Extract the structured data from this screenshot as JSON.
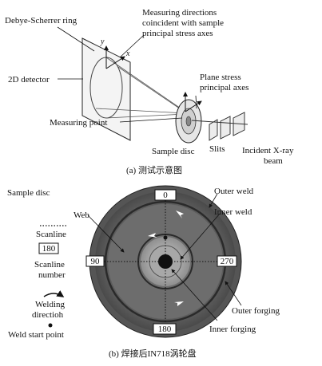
{
  "panel_a": {
    "debye_scherrer_ring": "Debye-Scherrer ring",
    "measuring_directions": [
      "Measuring directions",
      "coincident with sample",
      "principal stress axes"
    ],
    "detector_2d": "2D detector",
    "axis_y": "y",
    "axis_x": "x",
    "plane_stress": [
      "Plane stress",
      "principal axes"
    ],
    "measuring_point": "Measuring point",
    "sample_disc": "Sample disc",
    "slits": "Slits",
    "incident_beam": [
      "Incident X-ray",
      "beam"
    ],
    "caption": "(a) 测试示意图"
  },
  "panel_b": {
    "sample_disc": "Sample disc",
    "web": "Web",
    "outer_weld": "Outer weld",
    "inner_weld": "Inner weld",
    "scanline": "Scanline",
    "scanline_number_box": "180",
    "scanline_number": [
      "Scanline",
      "number"
    ],
    "welding_direction": [
      "Welding",
      "directioh"
    ],
    "weld_start_point": "Weld start point",
    "outer_forging": "Outer forging",
    "inner_forging": "Inner forging",
    "angles": {
      "top": "0",
      "left": "90",
      "right": "270",
      "bottom": "180"
    },
    "caption": "(b) 焊接后IN718涡轮盘"
  },
  "colors": {
    "disc_outer": "#6f6f6f",
    "disc_mid": "#8c8c8c",
    "disc_dark": "#3a3a3a",
    "hub": "#b5b5b5",
    "line": "#111111"
  }
}
